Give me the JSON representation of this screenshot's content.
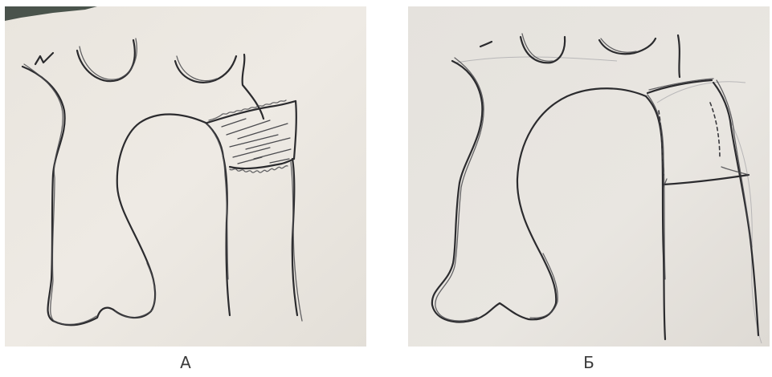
{
  "panels": [
    {
      "id": "A",
      "caption": "А"
    },
    {
      "id": "B",
      "caption": "Б"
    }
  ],
  "colors": {
    "paper_a": "#ebe7e0",
    "paper_b": "#e6e3de",
    "ink": "#2b2b2e"
  }
}
